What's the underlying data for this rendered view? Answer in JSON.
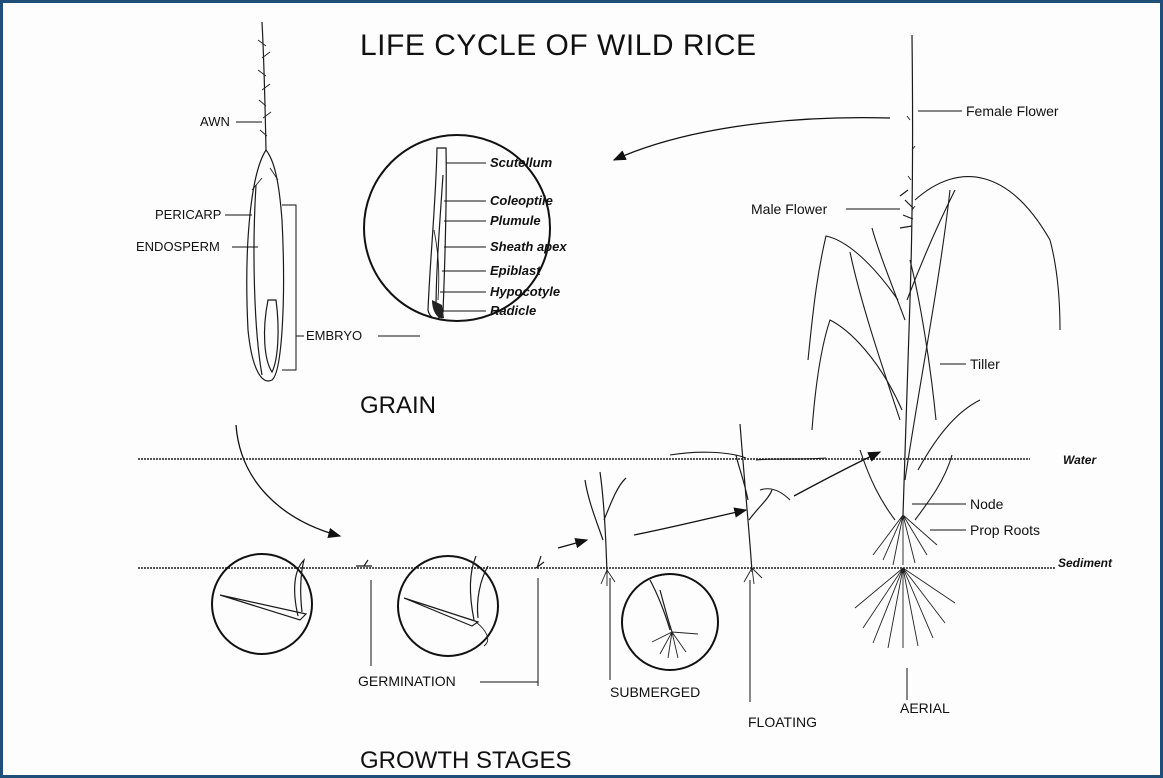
{
  "title": "LIFE CYCLE OF WILD RICE",
  "sections": {
    "grain": "GRAIN",
    "growth_stages": "GROWTH STAGES"
  },
  "grain_labels": {
    "awn": "AWN",
    "pericarp": "PERICARP",
    "endosperm": "ENDOSPERM",
    "embryo": "EMBRYO"
  },
  "embryo_parts": [
    "Scutellum",
    "Coleoptile",
    "Plumule",
    "Sheath apex",
    "Epiblast",
    "Hypocotyle",
    "Radicle"
  ],
  "plant_labels": {
    "female_flower": "Female Flower",
    "male_flower": "Male Flower",
    "tiller": "Tiller",
    "node": "Node",
    "prop_roots": "Prop Roots"
  },
  "levels": {
    "water": "Water",
    "sediment": "Sediment"
  },
  "stages": {
    "germination": "GERMINATION",
    "submerged": "SUBMERGED",
    "floating": "FLOATING",
    "aerial": "AERIAL"
  }
}
